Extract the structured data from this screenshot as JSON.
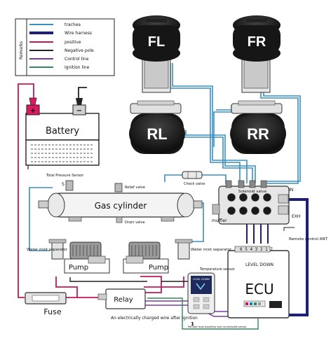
{
  "legend": {
    "title": "Remarks",
    "items": [
      {
        "label": "trachea",
        "color": "#3a8fc0"
      },
      {
        "label": "Wire harness",
        "color": "#1f1f7a"
      },
      {
        "label": "positive",
        "color": "#c2185b"
      },
      {
        "label": "Negative pole",
        "color": "#222222"
      },
      {
        "label": "Control line",
        "color": "#7b3aa3"
      },
      {
        "label": "Ignition line",
        "color": "#2e8b57"
      }
    ]
  },
  "airbags": {
    "fl": "FL",
    "fr": "FR",
    "rl": "RL",
    "rr": "RR"
  },
  "battery": {
    "label": "Battery",
    "plus": "+",
    "minus": "−"
  },
  "sensors": {
    "total_pressure": "Total Pressure Sensor",
    "relief_valve": "Relief valve",
    "check_valve": "Check valve",
    "drain_valve": "Drain valve",
    "s_mark": "S"
  },
  "gas_cylinder": {
    "label": "Gas cylinder"
  },
  "solenoid": {
    "label": "Solenoid valve",
    "in": "IN",
    "exh": "EXH",
    "muffler": "muffler"
  },
  "separators": {
    "left": "Water mist separator",
    "right": "Water mist separator"
  },
  "pumps": {
    "left": "Pump",
    "right": "Pump"
  },
  "fuse": {
    "label": "Fuse"
  },
  "relay": {
    "label": "Relay"
  },
  "ecu": {
    "label": "ECU",
    "mode": "LEVEL DOWN",
    "pins": "6 5 4 3 2 1 7",
    "remote": "Remote control ANT",
    "temp_sensor": "Temperature sensor",
    "bottom_note": "Remote level assembly and connectable sensor"
  },
  "remote": {
    "header": "LEVEL DOWN"
  },
  "ignition_note": "An electrically charged wire after ignition",
  "marker_one": "1"
}
